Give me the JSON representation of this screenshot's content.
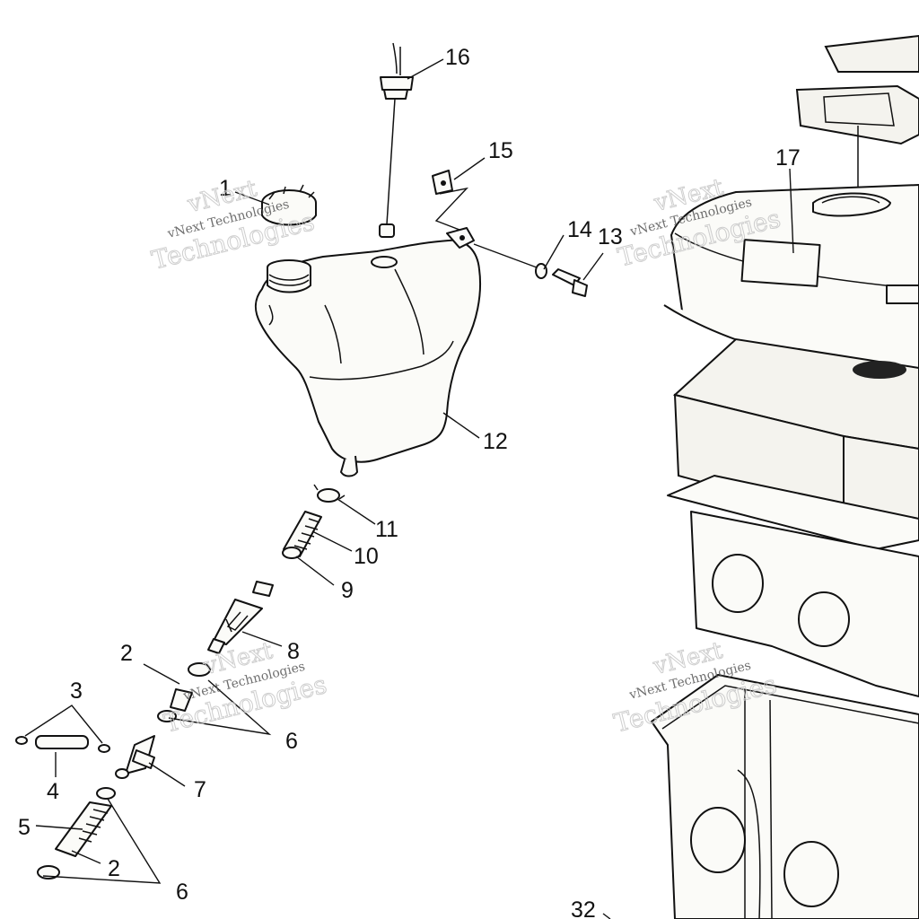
{
  "callouts": {
    "c1": "1",
    "c2a": "2",
    "c2b": "2",
    "c3": "3",
    "c4": "4",
    "c5": "5",
    "c6a": "6",
    "c6b": "6",
    "c7": "7",
    "c8": "8",
    "c9": "9",
    "c10": "10",
    "c11": "11",
    "c12": "12",
    "c13": "13",
    "c14": "14",
    "c15": "15",
    "c16": "16",
    "c17": "17",
    "c32": "32"
  },
  "watermark": {
    "brand": "vNext",
    "line1": "vNext Technologies",
    "line2": "Technologies"
  }
}
